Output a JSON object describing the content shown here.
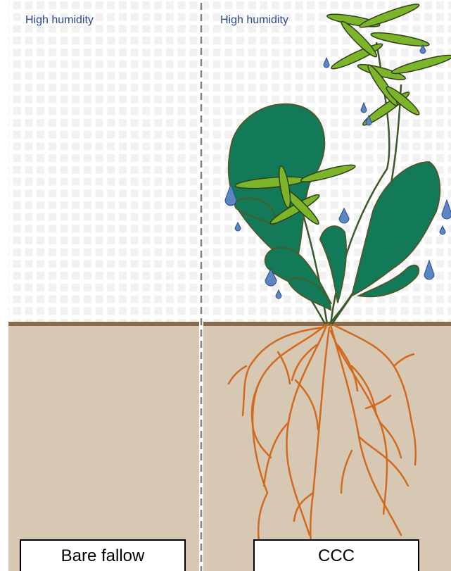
{
  "labels": {
    "left_humidity": "High humidity",
    "right_humidity": "High humidity",
    "left_box": "Bare fallow",
    "right_box": "CCC"
  },
  "colors": {
    "sky_grid": "#f1f1f1",
    "soil": "#d7c8b3",
    "soil_line": "#8a6a4a",
    "leaf_dark": "#127a58",
    "leaf_outline": "#4b5a2a",
    "leaf_light": "#7db52a",
    "stem": "#3c5a28",
    "roots": "#d16a1e",
    "droplet": "#5a86c2",
    "label_blue": "#2a4a8f",
    "divider": "#7f7f7f"
  },
  "icons": [
    "water-droplet-icon",
    "plant-icon",
    "root-system-icon"
  ]
}
